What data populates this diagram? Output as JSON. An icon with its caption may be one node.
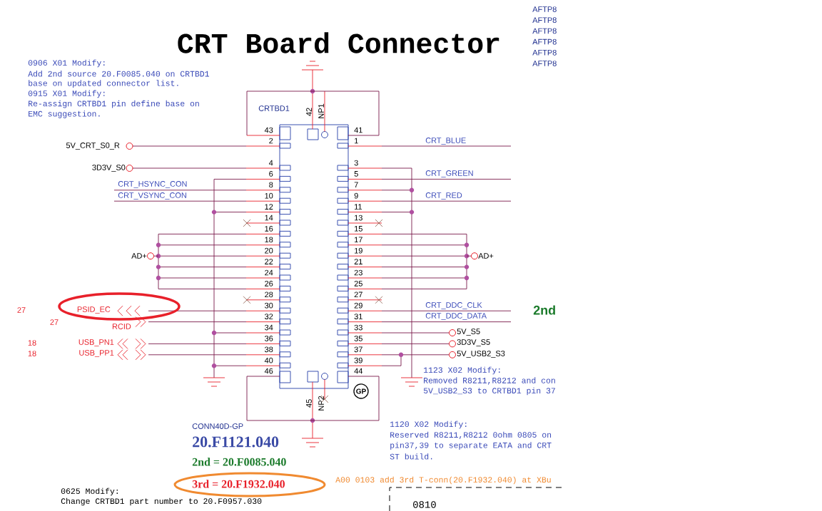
{
  "diagram": {
    "title": "CRT Board Connector",
    "labels": [
      "AFTP8",
      "AFTP8",
      "AFTP8",
      "AFTP8",
      "AFTP8",
      "AFTP8",
      "0906 X01 Modify:",
      "Add 2nd source 20.F0085.040 on CRTBD1",
      "base on updated connector list.",
      "0915 X01 Modify:",
      "Re-assign CRTBD1 pin define base on",
      "EMC suggestion.",
      "CRTBD1",
      "42",
      "NP1",
      "43",
      "41",
      "2",
      "1",
      "4",
      "3",
      "6",
      "5",
      "8",
      "7",
      "10",
      "9",
      "12",
      "11",
      "14",
      "13",
      "16",
      "15",
      "18",
      "17",
      "20",
      "19",
      "22",
      "21",
      "24",
      "23",
      "26",
      "25",
      "28",
      "27",
      "30",
      "29",
      "32",
      "31",
      "34",
      "33",
      "36",
      "35",
      "38",
      "37",
      "40",
      "39",
      "46",
      "44",
      "45",
      "NP2",
      "GP",
      "5V_CRT_S0_R",
      "CRT_BLUE",
      "3D3V_S0",
      "CRT_GREEN",
      "CRT_HSYNC_CON",
      "CRT_VSYNC_CON",
      "CRT_RED",
      "AD+",
      "AD+",
      "27",
      "PSID_EC",
      "CRT_DDC_CLK",
      "2nd",
      "27",
      "RCID",
      "CRT_DDC_DATA",
      "5V_S5",
      "18",
      "USB_PN1",
      "3D3V_S5",
      "18",
      "USB_PP1",
      "5V_USB2_S3",
      "1123 X02 Modify:",
      "Removed R8211,R8212 and con",
      "5V_USB2_S3 to CRTBD1 pin 37",
      "CONN40D-GP",
      "20.F1121.040",
      "1120 X02 Modify:",
      "Reserved R8211,R8212 0ohm 0805 on",
      "pin37,39 to separate EATA and CRT",
      "ST build.",
      "2nd = 20.F0085.040",
      "A00 0103 add 3rd T-conn(20.F1932.040) at XBu",
      "3rd = 20.F1932.040",
      "0625 Modify:",
      "Change CRTBD1 part number to 20.F0957.030",
      "0810"
    ]
  }
}
